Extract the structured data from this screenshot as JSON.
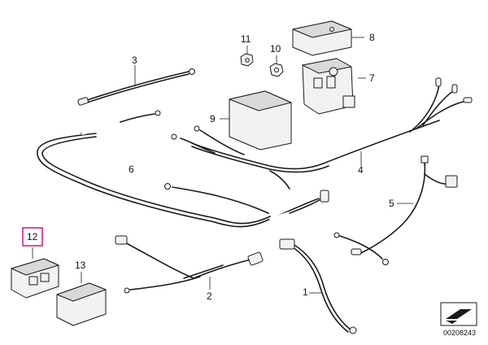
{
  "diagram": {
    "reference_number": "00208243",
    "highlight_color": "#e0207a",
    "highlighted_part": "12",
    "part_labels": {
      "p1": "1",
      "p2": "2",
      "p3": "3",
      "p4": "4",
      "p5": "5",
      "p6": "6",
      "p7": "7",
      "p8": "8",
      "p9": "9",
      "p10": "10",
      "p11": "11",
      "p12": "12",
      "p13": "13"
    }
  }
}
